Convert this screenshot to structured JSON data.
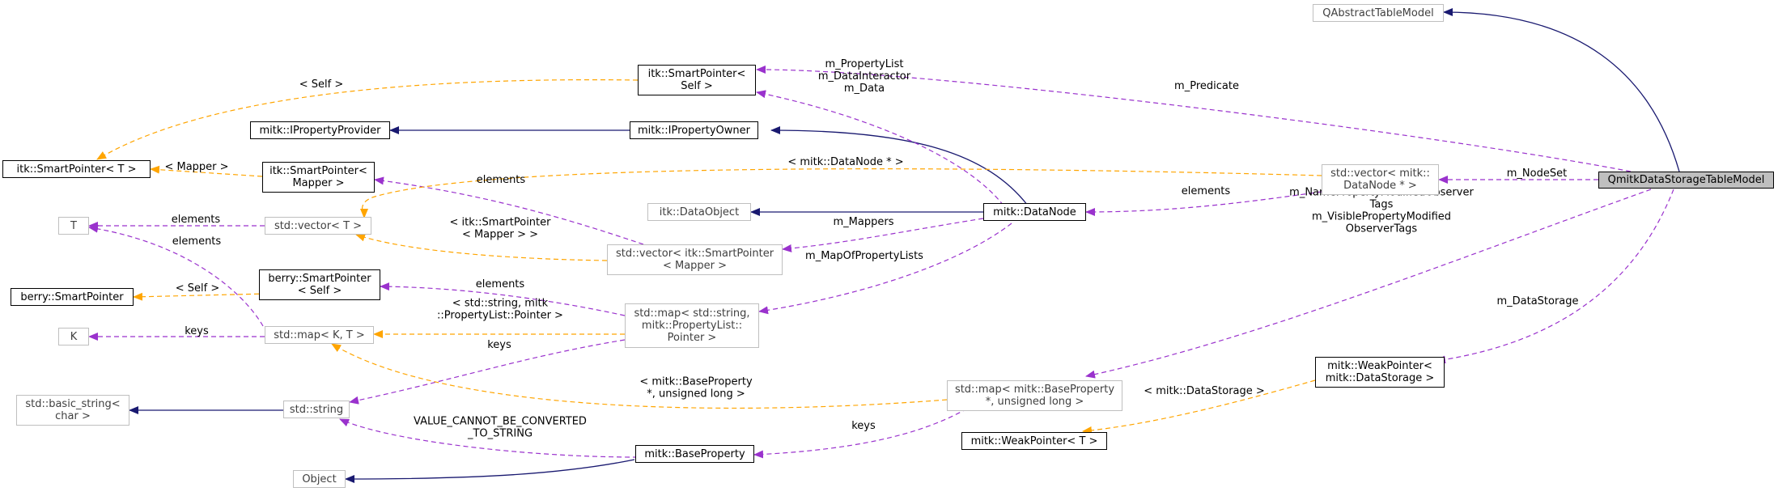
{
  "diagram": {
    "nodes": {
      "qabstract": {
        "label": "QAbstractTableModel",
        "style": "ghost"
      },
      "focus": {
        "label": "QmitkDataStorageTableModel",
        "style": "focus"
      },
      "itk_sp_self": {
        "label": "itk::SmartPointer<\nSelf >",
        "style": "solid"
      },
      "itk_sp_t": {
        "label": "itk::SmartPointer< T >",
        "style": "solid"
      },
      "iprop_provider": {
        "label": "mitk::IPropertyProvider",
        "style": "solid"
      },
      "iprop_owner": {
        "label": "mitk::IPropertyOwner",
        "style": "solid"
      },
      "itk_sp_mapper": {
        "label": "itk::SmartPointer<\nMapper >",
        "style": "solid"
      },
      "vec_datanode": {
        "label": "std::vector< mitk::\nDataNode * >",
        "style": "ghost"
      },
      "t_node": {
        "label": "T",
        "style": "ghost"
      },
      "vec_t": {
        "label": "std::vector< T >",
        "style": "ghost"
      },
      "itk_dataobject": {
        "label": "itk::DataObject",
        "style": "ghost"
      },
      "datanode": {
        "label": "mitk::DataNode",
        "style": "solid"
      },
      "vec_itk_sp_mapper": {
        "label": "std::vector< itk::SmartPointer\n< Mapper >",
        "style": "ghost"
      },
      "berry_sp": {
        "label": "berry::SmartPointer",
        "style": "solid"
      },
      "berry_sp_self": {
        "label": "berry::SmartPointer\n< Self >",
        "style": "solid"
      },
      "k_node": {
        "label": "K",
        "style": "ghost"
      },
      "map_kt": {
        "label": "std::map< K, T >",
        "style": "ghost"
      },
      "map_string_plp": {
        "label": "std::map< std::string,\nmitk::PropertyList::\nPointer >",
        "style": "ghost"
      },
      "basic_string": {
        "label": "std::basic_string<\nchar >",
        "style": "ghost"
      },
      "std_string": {
        "label": "std::string",
        "style": "ghost"
      },
      "map_baseprop": {
        "label": "std::map< mitk::BaseProperty\n*, unsigned long >",
        "style": "ghost"
      },
      "weak_ds": {
        "label": "mitk::WeakPointer<\nmitk::DataStorage >",
        "style": "solid"
      },
      "weak_t": {
        "label": "mitk::WeakPointer< T >",
        "style": "solid"
      },
      "base_property": {
        "label": "mitk::BaseProperty",
        "style": "solid"
      },
      "object_node": {
        "label": "Object",
        "style": "ghost"
      }
    },
    "edge_labels": {
      "self": "< Self >",
      "m_predicate": "m_Predicate",
      "m_propertylist": "m_PropertyList\nm_DataInteractor\nm_Data",
      "mapper": "< Mapper >",
      "datanode_ptr": "< mitk::DataNode * >",
      "elements_vec": "elements",
      "m_nodeset": "m_NodeSet",
      "elements_dn": "elements",
      "elements_t1": "elements",
      "elements_t2": "elements",
      "m_mappers": "m_Mappers",
      "itk_sp_mapper_vec": "< itk::SmartPointer\n< Mapper > >",
      "m_nameprop": "m_NamePropertyModifiedObserver\nTags\nm_VisiblePropertyModified\nObserverTags",
      "m_mapofproplists": "m_MapOfPropertyLists",
      "elements_berry": "elements",
      "self_berry": "< Self >",
      "std_string_plp": "< std::string, mitk\n::PropertyList::Pointer >",
      "keys_k": "keys",
      "keys_str": "keys",
      "m_datastorage": "m_DataStorage",
      "baseprop_ul": "< mitk::BaseProperty\n*, unsigned long >",
      "mitk_datastorage": "< mitk::DataStorage >",
      "keys_bp": "keys",
      "value_cannot": "VALUE_CANNOT_BE_CONVERTED\n_TO_STRING"
    },
    "colors": {
      "inheritance": "#191970",
      "usage": "#9a32cd",
      "template": "#ffa500",
      "focus_fill": "#bfbfbf"
    }
  }
}
